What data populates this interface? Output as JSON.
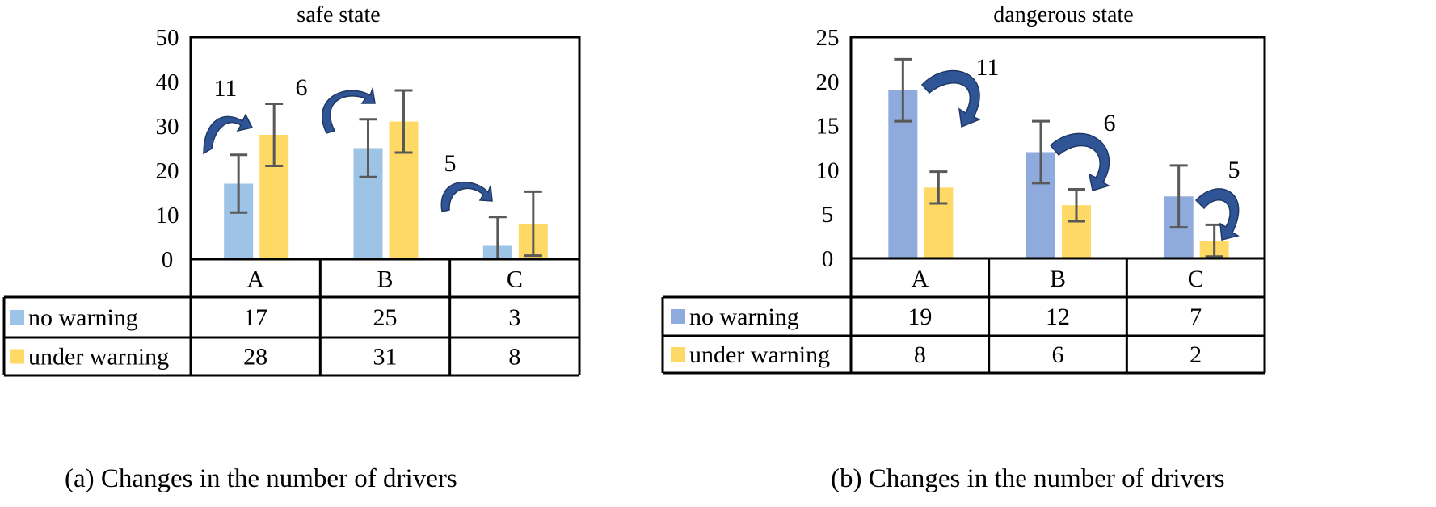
{
  "chart_data": [
    {
      "type": "bar",
      "title": "safe state",
      "categories": [
        "A",
        "B",
        "C"
      ],
      "ylim": [
        0,
        50
      ],
      "yticks": [
        0,
        10,
        20,
        30,
        40,
        50
      ],
      "series": [
        {
          "name": "no warning",
          "values": [
            17,
            25,
            3
          ],
          "error_low": [
            10.5,
            18.5,
            0
          ],
          "error_high": [
            23.5,
            31.5,
            9.5
          ],
          "color": "#9DC3E6"
        },
        {
          "name": "under warning",
          "values": [
            28,
            31,
            8
          ],
          "error_low": [
            21,
            24,
            0.8
          ],
          "error_high": [
            35,
            38,
            15.2
          ],
          "color": "#FFD966"
        }
      ],
      "table_values": [
        [
          "17",
          "25",
          "3"
        ],
        [
          "28",
          "31",
          "8"
        ]
      ],
      "annotations": [
        "11",
        "6",
        "5"
      ],
      "arrow_color": "#2F5597",
      "grid": false,
      "legend": "data-table",
      "caption": "(a) Changes in the number of drivers"
    },
    {
      "type": "bar",
      "title": "dangerous state",
      "categories": [
        "A",
        "B",
        "C"
      ],
      "ylim": [
        0,
        25
      ],
      "yticks": [
        0,
        5,
        10,
        15,
        20,
        25
      ],
      "series": [
        {
          "name": "no warning",
          "values": [
            19,
            12,
            7
          ],
          "error_low": [
            15.5,
            8.5,
            3.5
          ],
          "error_high": [
            22.5,
            15.5,
            10.5
          ],
          "color": "#8FAADC"
        },
        {
          "name": "under warning",
          "values": [
            8,
            6,
            2
          ],
          "error_low": [
            6.2,
            4.2,
            0.2
          ],
          "error_high": [
            9.8,
            7.8,
            3.8
          ],
          "color": "#FFD966"
        }
      ],
      "table_values": [
        [
          "19",
          "12",
          "7"
        ],
        [
          "8",
          "6",
          "2"
        ]
      ],
      "annotations": [
        "11",
        "6",
        "5"
      ],
      "arrow_color": "#2F5597",
      "grid": false,
      "legend": "data-table",
      "caption": "(b) Changes in the number of drivers"
    }
  ]
}
